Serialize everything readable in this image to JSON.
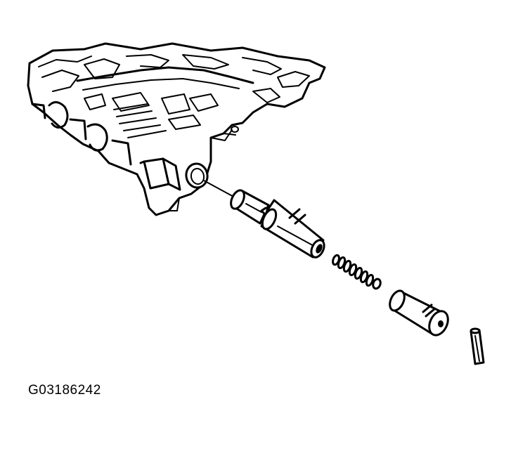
{
  "figure": {
    "code": "G03186242"
  },
  "parts": [
    {
      "id": "valve-body",
      "icon": "valve-body-casting"
    },
    {
      "id": "valve-spool",
      "icon": "spool-valve"
    },
    {
      "id": "spring",
      "icon": "coil-spring"
    },
    {
      "id": "bore-plug",
      "icon": "bore-plug"
    },
    {
      "id": "retaining-pin",
      "icon": "roll-pin"
    }
  ],
  "colors": {
    "ink": "#000000",
    "paper": "#ffffff"
  }
}
